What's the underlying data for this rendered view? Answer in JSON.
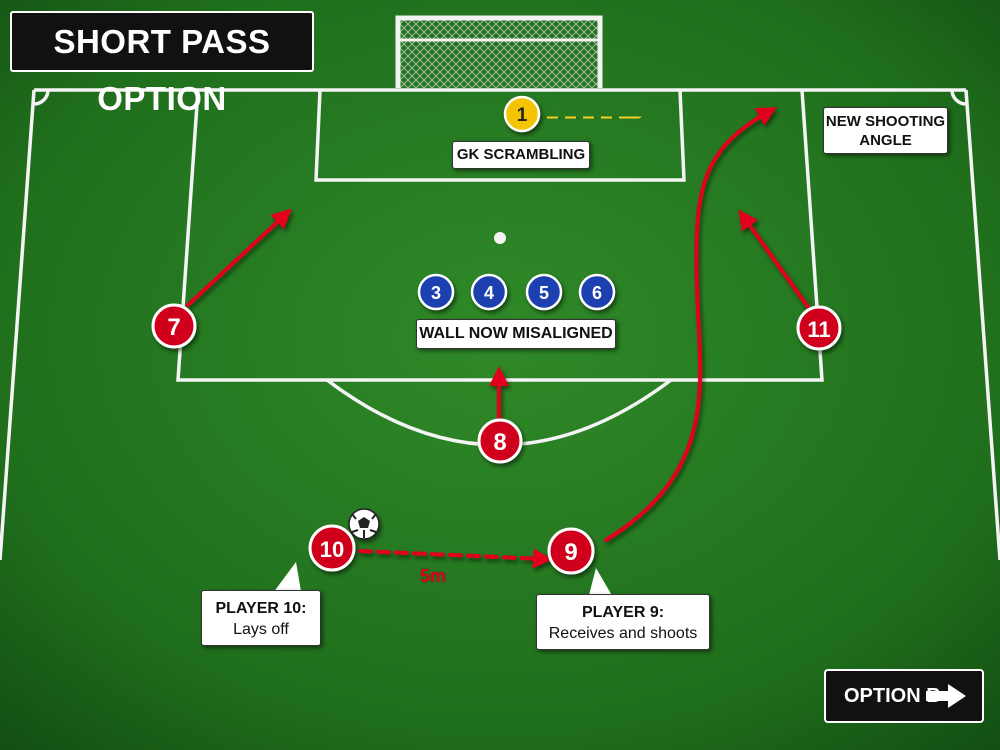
{
  "title": "SHORT PASS OPTION",
  "labels": {
    "gk": "GK SCRAMBLING",
    "wall": "WALL NOW MISALIGNED",
    "angle_line1": "NEW SHOOTING",
    "angle_line2": "ANGLE",
    "p10_line1": "PLAYER 10:",
    "p10_line2": "Lays off",
    "p9_line1": "PLAYER 9:",
    "p9_line2": "Receives and shoots"
  },
  "distance": "5m",
  "option_button": {
    "label": "OPTION B",
    "icon": "arrow-right-icon"
  },
  "players": {
    "goalkeeper": "1",
    "wall": [
      "3",
      "4",
      "5",
      "6"
    ],
    "attackers": {
      "p7": "7",
      "p8": "8",
      "p9": "9",
      "p10": "10",
      "p11": "11"
    }
  },
  "colors": {
    "pitch": "#1d6a1b",
    "attacker": "#d0021b",
    "defender": "#1d3fb0",
    "goalkeeper": "#f5c400",
    "pass_arrow": "#e3001b",
    "gk_arrow": "#f5d020"
  }
}
